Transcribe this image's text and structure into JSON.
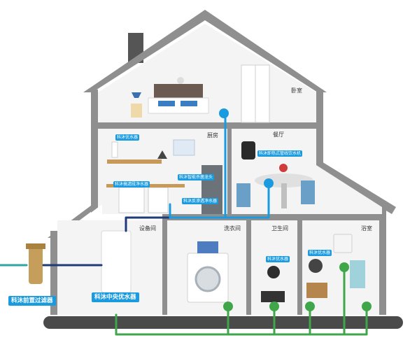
{
  "colors": {
    "house_frame": "#8f8f8f",
    "interior": "#f4f4f4",
    "pipe_blue": "#1a9be0",
    "pipe_navy": "#1f3a7a",
    "pipe_teal": "#2aa7a0",
    "pipe_green": "#3fa64a",
    "ground": "#4a4a4a",
    "label_bg": "#1a9be0"
  },
  "rooms": {
    "bedroom": "卧室",
    "kitchen": "厨房",
    "dining": "餐厅",
    "equipment": "设备间",
    "laundry": "洗衣间",
    "bathroom": "卫生间",
    "shower": "浴室"
  },
  "devices": {
    "kitchen_softener": "科沐优水器",
    "kitchen_purifier": "科沐搞滤段净水器",
    "smart_faucet": "科沐智能杀菌龙头",
    "ro_purifier": "科沐反渗透净水器",
    "dining_dispenser": "科沐即热式管线饮水机",
    "laundry_softener": "科沐优水器",
    "bath_softener": "科沐优水器",
    "pre_filter": "科沐前置过滤器",
    "central_softener": "科沐中央优水器"
  }
}
